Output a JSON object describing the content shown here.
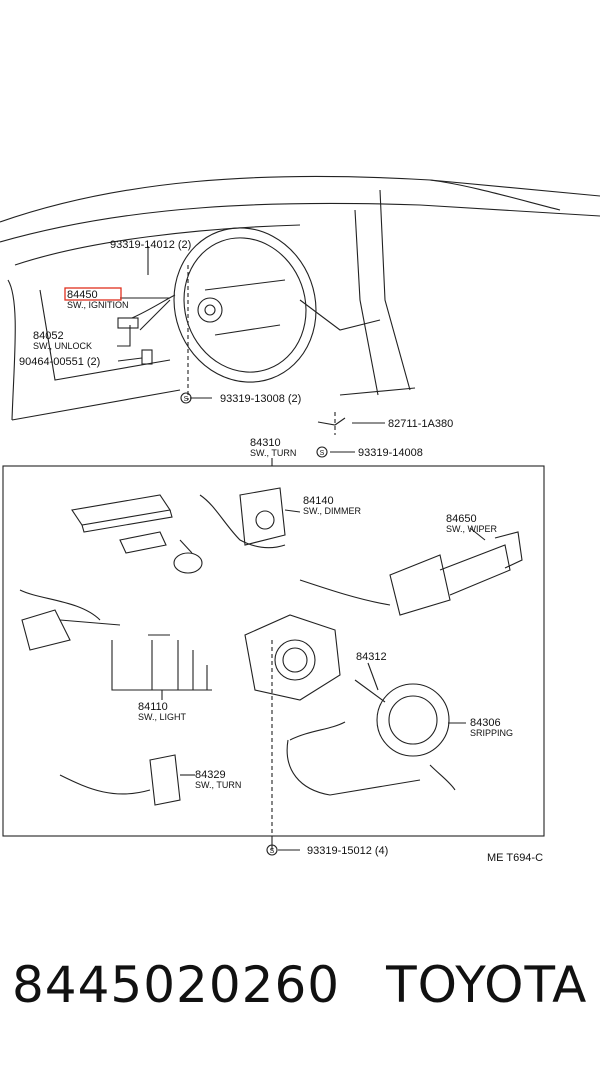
{
  "labels": {
    "bolt_top": "93319-14012 (2)",
    "ignition_no": "84450",
    "ignition_desc": "SW., IGNITION",
    "unlock_no": "84052",
    "unlock_desc": "SW., UNLOCK",
    "screw_left": "90464-00551 (2)",
    "bolt_mid": "93319-13008 (2)",
    "bracket": "82711-1A380",
    "bolt_right": "93319-14008",
    "turn_no": "84310",
    "turn_desc": "SW., TURN",
    "dimmer_no": "84140",
    "dimmer_desc": "SW., DIMMER",
    "wiper_no": "84650",
    "wiper_desc": "SW., WIPER",
    "part_84312": "84312",
    "spiral_no": "84306",
    "spiral_desc": "SRIPPING",
    "light_no": "84110",
    "light_desc": "SW., LIGHT",
    "turn2_no": "84329",
    "turn2_desc": "SW., TURN",
    "bolt_bottom": "93319-15012 (4)",
    "figure_code": "ME T694-C",
    "s_mark": "S"
  },
  "highlight_color": "#e0301e",
  "footer": {
    "part_number": "8445020260",
    "brand": "TOYOTA"
  }
}
